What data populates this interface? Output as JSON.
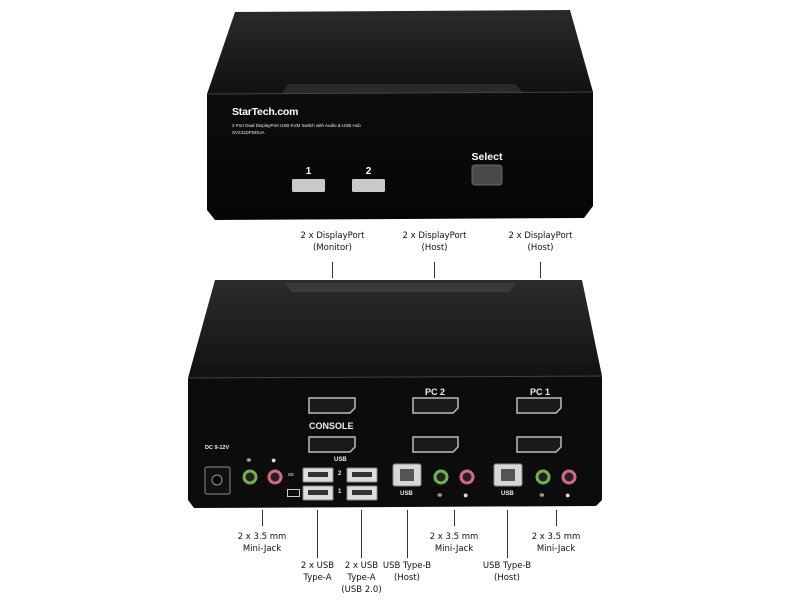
{
  "front": {
    "brand": "StarTech.com",
    "description": "2 Port Dual DisplayPort USB KVM Switch with Audio & USB Hub",
    "model": "SV231DPDDUA",
    "button_1": "1",
    "button_2": "2",
    "select_label": "Select"
  },
  "rear": {
    "pc2_label": "PC 2",
    "pc1_label": "PC 1",
    "console_label": "CONSOLE",
    "usb_label": "USB",
    "usb_port_2": "2",
    "usb_port_1": "1",
    "usb_b_left_label": "USB",
    "usb_b_right_label": "USB",
    "dc_label": "DC 9-12V"
  },
  "callouts": {
    "dp_monitor": [
      "2 x DisplayPort",
      "(Monitor)"
    ],
    "dp_host_mid": [
      "2 x DisplayPort",
      "(Host)"
    ],
    "dp_host_right": [
      "2 x DisplayPort",
      "(Host)"
    ],
    "jack_left": [
      "2 x 3.5 mm",
      "Mini-Jack"
    ],
    "usb_a": [
      "2 x USB",
      "Type-A"
    ],
    "usb_a_20": [
      "2 x USB",
      "Type-A",
      "(USB 2.0)"
    ],
    "usb_b_mid": [
      "USB Type-B",
      "(Host)"
    ],
    "jack_mid": [
      "2 x 3.5 mm",
      "Mini-Jack"
    ],
    "usb_b_right": [
      "USB Type-B",
      "(Host)"
    ],
    "jack_right": [
      "2 x 3.5 mm",
      "Mini-Jack"
    ]
  }
}
